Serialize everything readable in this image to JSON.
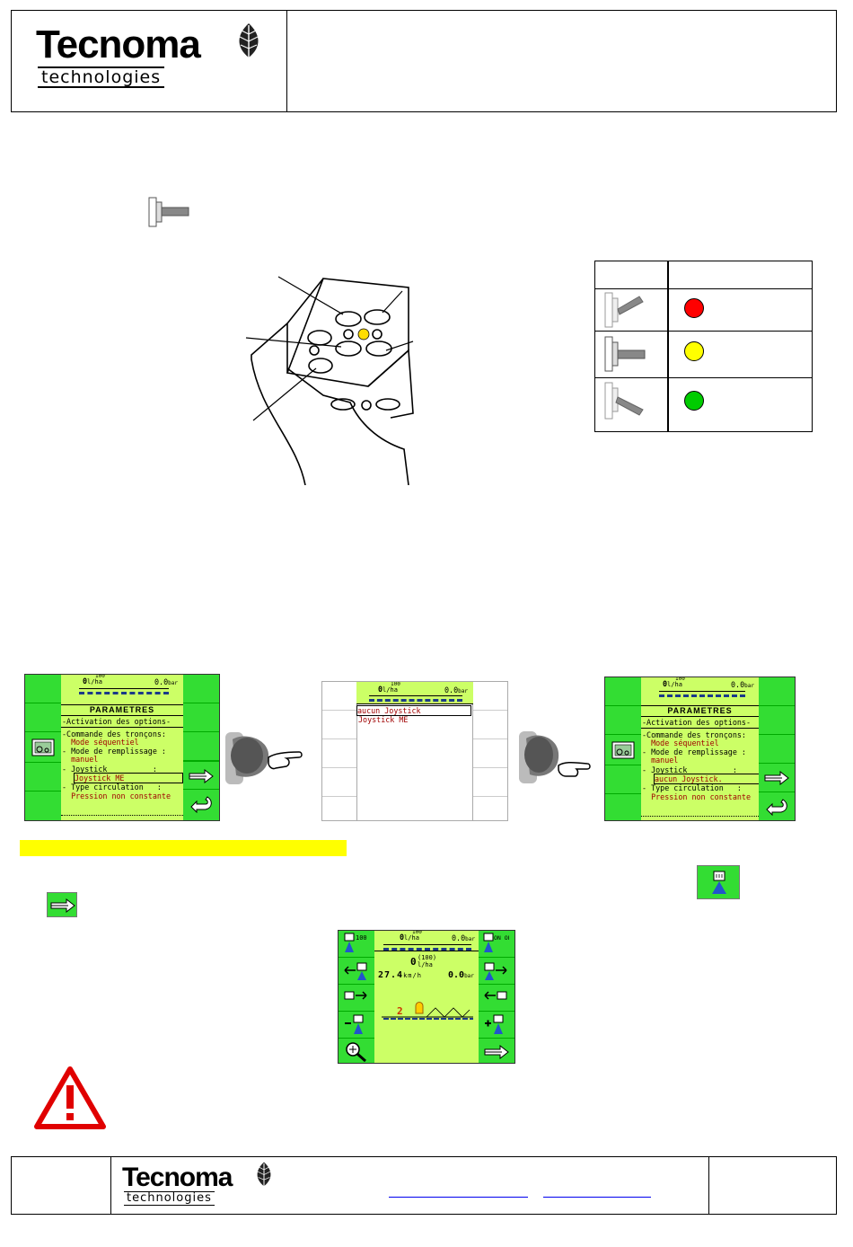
{
  "header": {
    "logo_word": "Tecnoma",
    "logo_sub": "technologies"
  },
  "footer": {
    "logo_word": "Tecnoma",
    "logo_sub": "technologies"
  },
  "legend_colors": {
    "red": "#ff0000",
    "yellow": "#ffff00",
    "green": "#00cc00"
  },
  "highlight_color": "#ffff00",
  "screen1": {
    "rate": "0",
    "rate_unit": "l/ha",
    "rate_sup": "100",
    "pressure": "0.0",
    "pressure_unit": "bar",
    "title": "PARAMETRES",
    "lines": [
      "-Activation des options-",
      "-Commande des tronçons:",
      "  Mode séquentiel",
      "- Mode de remplissage :",
      "  manuel",
      "- Joystick          :"
    ],
    "selected": "Joystick ME",
    "lines2": [
      "- Type circulation   :",
      "  Pression non constante"
    ]
  },
  "screen2": {
    "rate": "0",
    "rate_unit": "l/ha",
    "rate_sup": "100",
    "pressure": "0.0",
    "pressure_unit": "bar",
    "selected": "aucun Joystick",
    "option": "Joystick ME"
  },
  "screen3": {
    "rate": "0",
    "rate_unit": "l/ha",
    "rate_sup": "100",
    "pressure": "0.0",
    "pressure_unit": "bar",
    "title": "PARAMETRES",
    "lines": [
      "-Activation des options-",
      "-Commande des tronçons:",
      "  Mode séquentiel",
      "- Mode de remplissage :",
      "  manuel",
      "- Joystick          :"
    ],
    "selected": "aucun Joystick.",
    "lines2": [
      "- Type circulation   :",
      "  Pression non constante"
    ]
  },
  "screen4": {
    "top_rate": "0",
    "top_rate_unit": "l/ha",
    "top_rate_sup": "100",
    "top_pressure": "0.0",
    "top_pressure_unit": "bar",
    "rate": "0",
    "rate_sup": "(100)",
    "rate_unit": "l/ha",
    "speed": "27.4",
    "speed_unit": "km/h",
    "pressure": "0.0",
    "pressure_unit": "bar",
    "left_keys": [
      "100 %",
      "←",
      "→",
      "−",
      "zoom"
    ],
    "right_keys": [
      "ON OFF",
      "→",
      "←",
      "+",
      "⇒"
    ],
    "boom_number": "2"
  }
}
